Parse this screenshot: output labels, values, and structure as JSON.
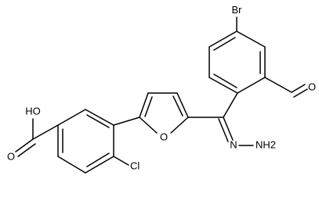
{
  "molecule": {
    "atoms": {
      "br": "Br",
      "cl": "Cl",
      "furan_o": "O",
      "carboxyl_oh": "HO",
      "carboxyl_o": "O",
      "aldehyde_o": "O",
      "hydrazone_n": "N",
      "hydrazone_nh2": "NH2"
    }
  }
}
